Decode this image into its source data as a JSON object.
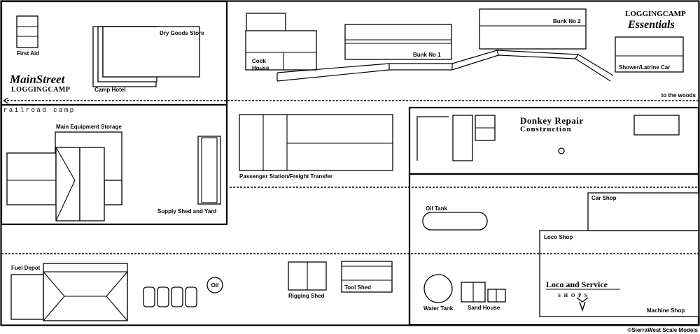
{
  "labels": {
    "first_aid": "First Aid",
    "dry_goods": "Dry Goods Store",
    "camp_hotel": "Camp Hotel",
    "cook_house_1": "Cook",
    "cook_house_2": "House",
    "bunk1": "Bunk No 1",
    "bunk2": "Bunk No 2",
    "shower": "Shower/Latrine Car",
    "to_woods": "to the woods",
    "railroad_camp": "railroad camp",
    "main_storage": "Main Equipment Storage",
    "supply_shed": "Supply Shed and Yard",
    "passenger": "Passenger Station/Freight Transfer",
    "donkey_1": "Donkey Repair",
    "donkey_2": "Construction",
    "oil_tank": "Oil Tank",
    "car_shop": "Car Shop",
    "loco_shop": "Loco Shop",
    "loco_service_1": "Loco and Service",
    "loco_service_2": "S H O P S",
    "machine_shop": "Machine Shop",
    "fuel_depot": "Fuel Depot",
    "oil": "Oil",
    "rigging_shed": "Rigging Shed",
    "tool_shed": "Tool Shed",
    "water_tank": "Water Tank",
    "sand_house": "Sand House",
    "copyright": "©SierraWest Scale Models"
  },
  "logos": {
    "main_street_1": "MainStreet",
    "main_street_2": "LOGGINGCAMP",
    "essentials_1": "LOGGINGCAMP",
    "essentials_2": "Essentials"
  }
}
